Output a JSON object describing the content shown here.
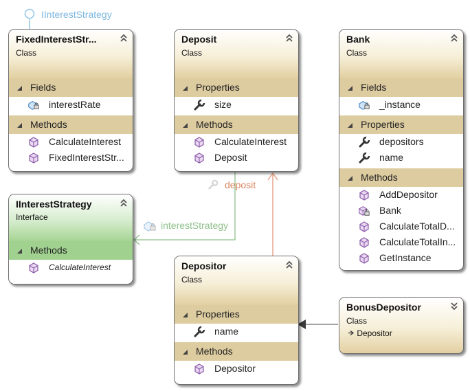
{
  "colors": {
    "class_section": "#ddcca0",
    "interface_section": "#a0d18f",
    "association": "#8fc08a",
    "deposit_association": "#e6a58c",
    "inheritance": "#6e6e6e",
    "label_blue": "#7db7e0",
    "label_orange": "#d98560"
  },
  "lollipop": {
    "label": "IInterestStrategy"
  },
  "classes": {
    "fixed": {
      "name": "FixedInterestStr...",
      "stereotype": "Class",
      "fields_title": "Fields",
      "field_interestRate": "interestRate",
      "methods_title": "Methods",
      "m1": "CalculateInterest",
      "m2": "FixedInterestStr..."
    },
    "deposit": {
      "name": "Deposit",
      "stereotype": "Class",
      "properties_title": "Properties",
      "p_size": "size",
      "methods_title": "Methods",
      "m1": "CalculateInterest",
      "m2": "Deposit"
    },
    "bank": {
      "name": "Bank",
      "stereotype": "Class",
      "fields_title": "Fields",
      "f_instance": "_instance",
      "properties_title": "Properties",
      "p1": "depositors",
      "p2": "name",
      "methods_title": "Methods",
      "m1": "AddDepositor",
      "m2": "Bank",
      "m3": "CalculateTotalD...",
      "m4": "CalculateTotalIn...",
      "m5": "GetInstance"
    },
    "istrategy": {
      "name": "IInterestStrategy",
      "stereotype": "Interface",
      "methods_title": "Methods",
      "m1": "CalculateInterest"
    },
    "depositor": {
      "name": "Depositor",
      "stereotype": "Class",
      "properties_title": "Properties",
      "p_name": "name",
      "methods_title": "Methods",
      "m1": "Depositor"
    },
    "bonus": {
      "name": "BonusDepositor",
      "stereotype": "Class",
      "base": "Depositor"
    }
  },
  "associations": {
    "deposit": "deposit",
    "interestStrategy": "interestStrategy"
  },
  "icons": {
    "field": "field-icon",
    "private_field": "private-field-icon",
    "property": "wrench-icon",
    "method": "cube-method-icon",
    "private_method": "private-cube-method-icon",
    "collapse": "collapse-chevron-icon",
    "expand": "expand-chevron-icon",
    "base_arrow": "inherits-arrow-icon"
  }
}
